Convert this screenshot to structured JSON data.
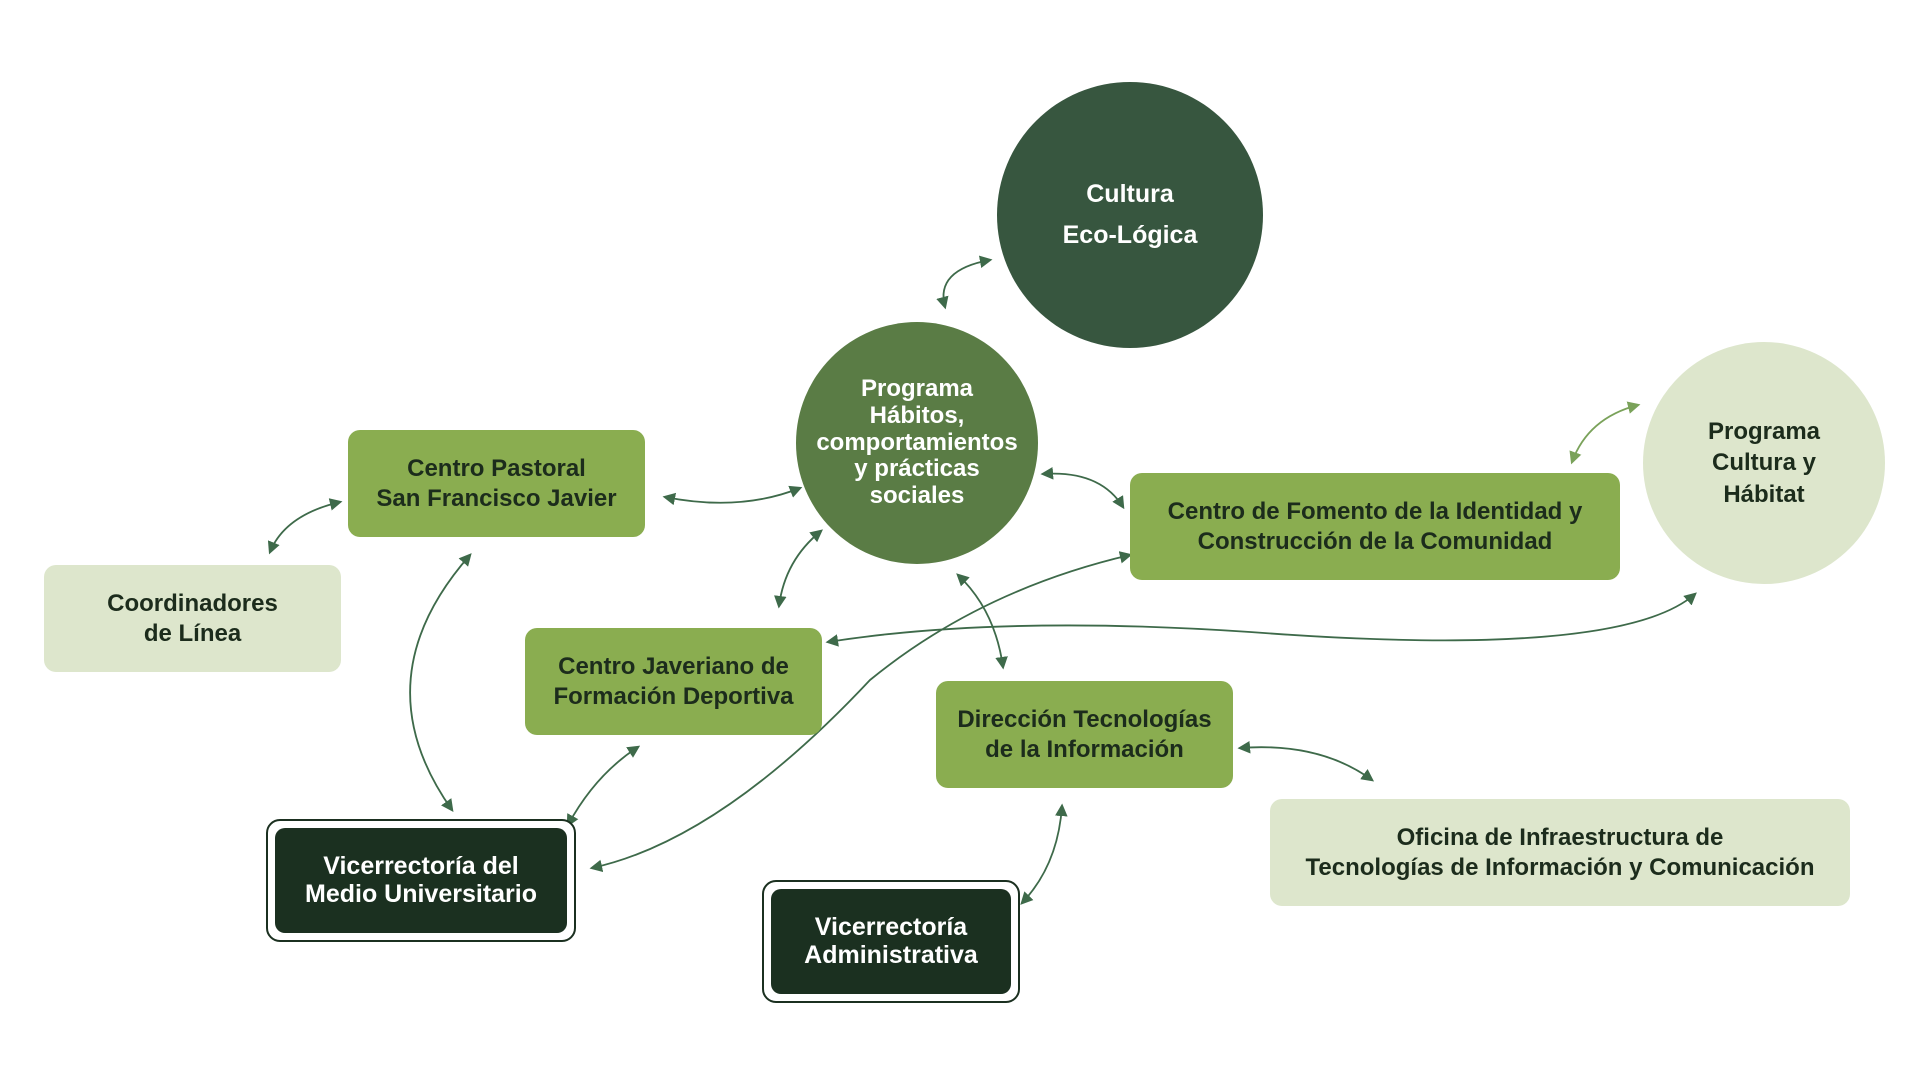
{
  "nodes": {
    "cultura_ecologica": {
      "lines": [
        "Cultura",
        "Eco-Lógica"
      ],
      "color": "#37563f"
    },
    "programa_habitos": {
      "lines": [
        "Programa",
        "Hábitos,",
        "comportamientos",
        "y prácticas",
        "sociales"
      ],
      "color": "#5a7c45"
    },
    "programa_cultura_habitat": {
      "lines": [
        "Programa",
        "Cultura y",
        "Hábitat"
      ],
      "color": "#dde6cc"
    },
    "centro_pastoral": {
      "lines": [
        "Centro Pastoral",
        "San Francisco Javier"
      ],
      "color": "#8aad50"
    },
    "centro_fomento": {
      "lines": [
        "Centro de Fomento de la Identidad y",
        "Construcción de la Comunidad"
      ],
      "color": "#8aad50"
    },
    "coordinadores": {
      "lines": [
        "Coordinadores",
        "de Línea"
      ],
      "color": "#dde6cc"
    },
    "centro_javeriano": {
      "lines": [
        "Centro Javeriano de",
        "Formación Deportiva"
      ],
      "color": "#8aad50"
    },
    "direccion_ti": {
      "lines": [
        "Dirección Tecnologías",
        "de la Información"
      ],
      "color": "#8aad50"
    },
    "oficina_infraestructura": {
      "lines": [
        "Oficina de Infraestructura de",
        "Tecnologías de Información y Comunicación"
      ],
      "color": "#dde6cc"
    },
    "vicerrectoria_medio": {
      "lines": [
        "Vicerrectoría del",
        "Medio Universitario"
      ],
      "color": "#1b3020"
    },
    "vicerrectoria_admin": {
      "lines": [
        "Vicerrectoría",
        "Administrativa"
      ],
      "color": "#1b3020"
    }
  },
  "edges": [
    {
      "from": "programa_habitos",
      "to": "cultura_ecologica"
    },
    {
      "from": "programa_habitos",
      "to": "centro_pastoral"
    },
    {
      "from": "programa_habitos",
      "to": "centro_fomento"
    },
    {
      "from": "programa_habitos",
      "to": "centro_javeriano"
    },
    {
      "from": "programa_habitos",
      "to": "direccion_ti"
    },
    {
      "from": "centro_pastoral",
      "to": "coordinadores"
    },
    {
      "from": "centro_pastoral",
      "to": "vicerrectoria_medio"
    },
    {
      "from": "centro_fomento",
      "to": "programa_cultura_habitat"
    },
    {
      "from": "centro_fomento",
      "to": "vicerrectoria_medio"
    },
    {
      "from": "centro_javeriano",
      "to": "programa_cultura_habitat"
    },
    {
      "from": "vicerrectoria_medio",
      "to": "centro_javeriano"
    },
    {
      "from": "direccion_ti",
      "to": "oficina_infraestructura"
    },
    {
      "from": "direccion_ti",
      "to": "vicerrectoria_admin"
    }
  ],
  "colors": {
    "arrow": "#3e6a4a",
    "arrow_light": "#7aa25a",
    "dark_text": "#1c2c1c",
    "light_text": "#ffffff"
  }
}
